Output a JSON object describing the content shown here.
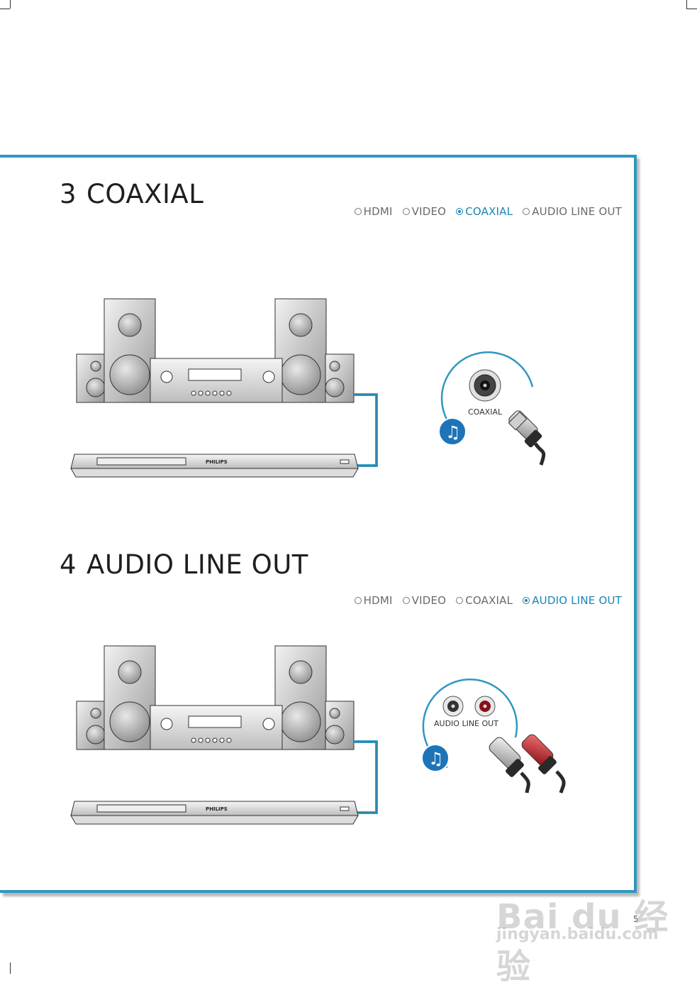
{
  "sections": [
    {
      "number": "3",
      "title": "COAXIAL",
      "options": [
        {
          "label": "HDMI",
          "selected": false
        },
        {
          "label": "VIDEO",
          "selected": false
        },
        {
          "label": "COAXIAL",
          "selected": true
        },
        {
          "label": "AUDIO LINE OUT",
          "selected": false
        }
      ],
      "connector_label": "COAXIAL",
      "player_brand": "PHILIPS"
    },
    {
      "number": "4",
      "title": "AUDIO LINE OUT",
      "options": [
        {
          "label": "HDMI",
          "selected": false
        },
        {
          "label": "VIDEO",
          "selected": false
        },
        {
          "label": "COAXIAL",
          "selected": false
        },
        {
          "label": "AUDIO LINE OUT",
          "selected": true
        }
      ],
      "connector_label": "AUDIO LINE OUT",
      "player_brand": "PHILIPS"
    }
  ],
  "page_number": "5",
  "watermark": {
    "main": "Bai du 经验",
    "sub": "jingyan.baidu.com"
  },
  "colors": {
    "accent": "#2f97c1",
    "selected_text": "#1b84b3",
    "cable": "#3aa0c8",
    "red_plug": "#c0202a"
  },
  "icons": [
    "music-note-icon",
    "coaxial-jack-icon",
    "rca-jack-icon"
  ]
}
